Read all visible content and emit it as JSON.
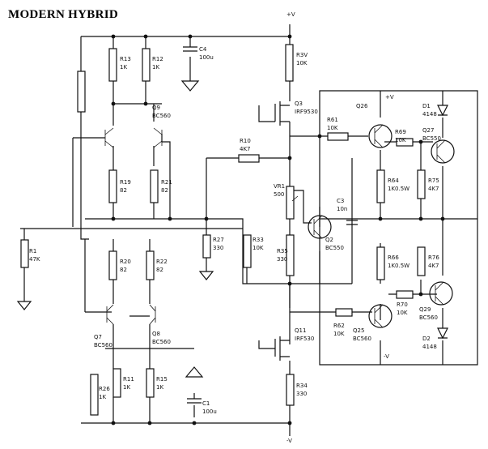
{
  "title": "MODERN HYBRID",
  "rails": {
    "top": "+V",
    "bottom": "-V"
  },
  "components": {
    "r1": [
      "R1",
      "47K"
    ],
    "r13": [
      "R13",
      "1K"
    ],
    "r12": [
      "R12",
      "1K"
    ],
    "r19": [
      "R19",
      "82"
    ],
    "r21": [
      "R21",
      "82"
    ],
    "r20": [
      "R20",
      "82"
    ],
    "r22": [
      "R22",
      "82"
    ],
    "r27": [
      "R27",
      "330"
    ],
    "r33": [
      "R33",
      "10K"
    ],
    "r26": [
      "R26",
      "1K"
    ],
    "r11": [
      "R11",
      "1K"
    ],
    "r15": [
      "R15",
      "1K"
    ],
    "c4": [
      "C4",
      "100u"
    ],
    "c1": [
      "C1",
      "100u"
    ],
    "c3": [
      "C3",
      "10n"
    ],
    "r34": [
      "R34",
      "330"
    ],
    "r35": [
      "R35",
      "330"
    ],
    "r3v": [
      "R3V",
      "10K"
    ],
    "q9": [
      "Q9",
      "BC560"
    ],
    "q7": [
      "Q7",
      "BC560"
    ],
    "q8": [
      "Q8",
      "BC560"
    ],
    "vr1": [
      "VR1",
      "500"
    ],
    "r10": [
      "R10",
      "4K7"
    ],
    "q2": [
      "Q2",
      "BC550"
    ],
    "q3": [
      "Q3",
      "IRF9530"
    ],
    "q11": [
      "Q11",
      "IRF530"
    ],
    "q26": [
      "Q26",
      ""
    ],
    "r61": [
      "R61",
      "10K"
    ],
    "r69": [
      "R69",
      "10K"
    ],
    "r64": [
      "R64",
      "1K0.5W"
    ],
    "r75": [
      "R75",
      "4K7"
    ],
    "q27": [
      "Q27",
      "BC550"
    ],
    "d1": [
      "D1",
      "4148"
    ],
    "r66": [
      "R66",
      "1K0.5W"
    ],
    "r76": [
      "R76",
      "4K7"
    ],
    "r70": [
      "R70",
      "10K"
    ],
    "q29": [
      "Q29",
      "BC560"
    ],
    "d2": [
      "D2",
      "4148"
    ],
    "r62": [
      "R62",
      "10K"
    ],
    "q25": [
      "Q25",
      "BC560"
    ],
    "plus_v": "+V",
    "minus_v": "-V"
  }
}
